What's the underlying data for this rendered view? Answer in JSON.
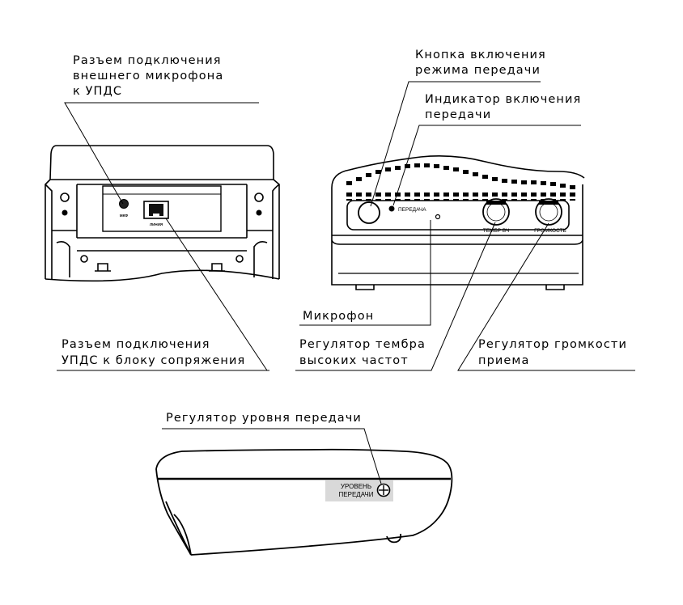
{
  "callouts": {
    "ext_mic_jack": [
      "Разъем подключения",
      "внешнего микрофона",
      "к УПДС"
    ],
    "tx_button": [
      "Кнопка включения",
      "режима передачи"
    ],
    "tx_indicator": [
      "Индикатор включения",
      "передачи"
    ],
    "microphone": [
      "Микрофон"
    ],
    "interface_jack": [
      "Разъем подключения",
      "УПДС к блоку сопряжения"
    ],
    "treble_knob": [
      "Регулятор тембра",
      "высоких частот"
    ],
    "volume_knob": [
      "Регулятор громкости",
      "приема"
    ],
    "tx_level": [
      "Регулятор уровня передачи"
    ]
  },
  "panel_labels": {
    "mic_port": "МКФ",
    "interface_port": "ЛИНИЯ",
    "tx_led": "ПЕРЕДАЧА",
    "treble": "ТЕМБР ВЧ",
    "volume": "ГРОМКОСТЬ",
    "level": [
      "УРОВЕНЬ",
      "ПЕРЕДАЧИ"
    ]
  }
}
